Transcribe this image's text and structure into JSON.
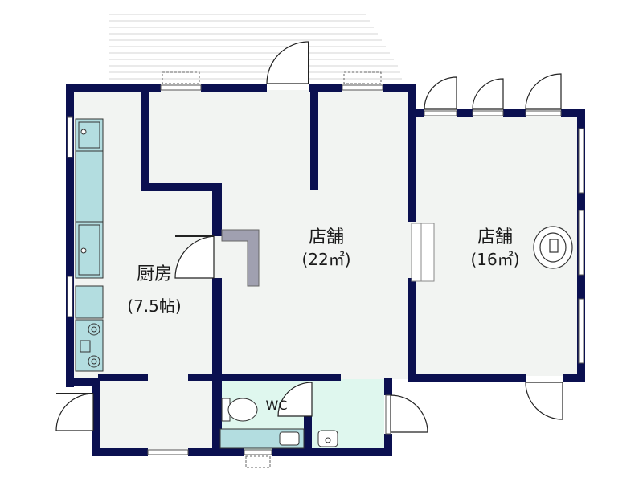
{
  "rooms": {
    "kitchen": {
      "name": "厨房",
      "size": "(7.5帖)"
    },
    "shop_main": {
      "name": "店舗",
      "size": "(22㎡)"
    },
    "shop_side": {
      "name": "店舗",
      "size": "(16㎡)"
    },
    "wc": {
      "name": "WC"
    }
  },
  "colors": {
    "wall": "#0b1050",
    "floor": "#f2f4f2",
    "wet_area": "#dff7ee",
    "fixture": "#b3dde0",
    "counter": "#a0a0b0"
  }
}
